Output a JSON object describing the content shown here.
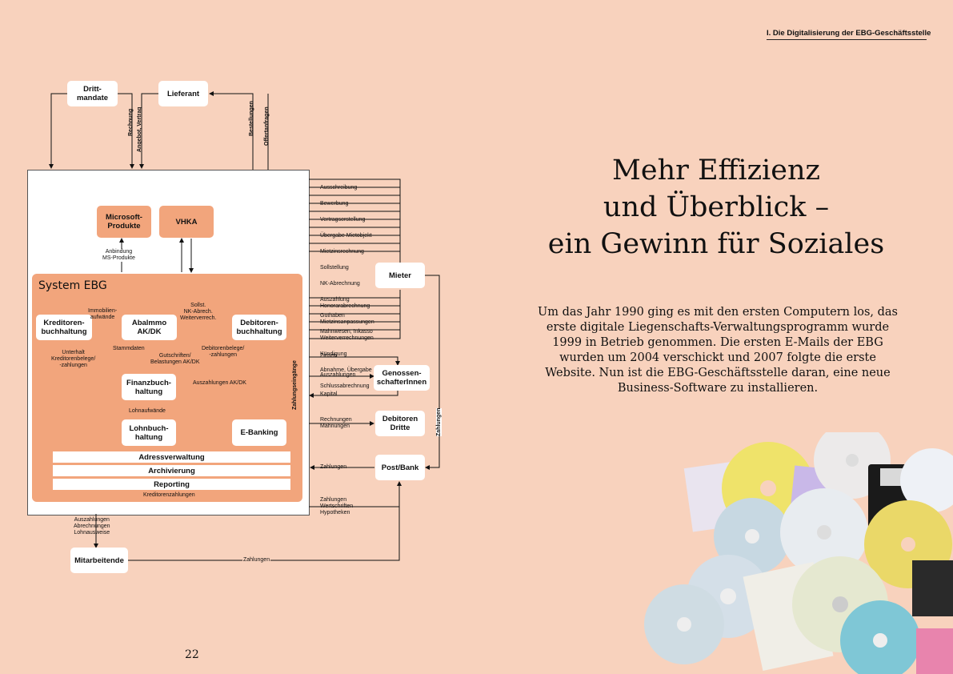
{
  "header": "I. Die Digitalisierung der EBG-Geschäftsstelle",
  "title_lines": [
    "Mehr Effizienz",
    "und Überblick –",
    "ein Gewinn für Soziales"
  ],
  "body_text": "Um das Jahr 1990 ging es mit den ersten Computern los, das erste digitale Liegenschafts-Verwaltungsprogramm wurde 1999 in Betrieb genommen. Die ersten E-Mails der EBG wurden um 2004 verschickt und 2007 folgte die erste Website. Nun ist die EBG-Geschäftsstelle daran, eine neue Business-Software zu installieren.",
  "page_number": "22",
  "diagram": {
    "external": {
      "drittmandate": "Dritt-\nmandate",
      "lieferant": "Lieferant",
      "mieter": "Mieter",
      "genossenschafter": "Genossen-\nschafterInnen",
      "debitoren_dritte": "Debitoren\nDritte",
      "post_bank": "Post/Bank",
      "mitarbeitende": "Mitarbeitende"
    },
    "top_boxes": {
      "microsoft": "Microsoft-\nProdukte",
      "vhka": "VHKA"
    },
    "system_title": "System EBG",
    "modules": {
      "kreditoren": "Kreditoren-\nbuchhaltung",
      "abalmmo": "Abalmmo\nAK/DK",
      "debitoren": "Debitoren-\nbuchhaltung",
      "finanz": "Finanzbuch-\nhaltung",
      "lohn": "Lohnbuch-\nhaltung",
      "ebanking": "E-Banking"
    },
    "bars": [
      "Adressverwaltung",
      "Archivierung",
      "Reporting"
    ],
    "labels": {
      "anbindung": "Anbindung\nMS-Produkte",
      "immobilien": "Immobilien-\naufwände",
      "sollst": "Sollst.\nNK-Abrech.\nWeiterverrech.",
      "stammdaten": "Stammdaten",
      "unterhalt": "Unterhalt\nKreditorenbelege/\n-zahlungen",
      "gutschriften": "Gutschriften/\nBelastungen AK/DK",
      "debitorenbelege": "Debitorenbelege/\n-zahlungen",
      "auszahlungen_akdk": "Auszahlungen AK/DK",
      "lohnaufwaende": "Lohnaufwände",
      "kreditorenzahlungen": "Kreditorenzahlungen",
      "zahlungseingaenge": "Zahlungseingänge",
      "rechnung": "Rechnung",
      "angebot": "Angebot, Vertrag",
      "bestellungen": "Bestellungen",
      "offertanfragen": "Offertanfragen",
      "zinsen": "Zinsen",
      "auszahlungen": "Auszahlungen",
      "kapital": "Kapital",
      "rechnungen_mahnungen": "Rechnungen\nMahnungen",
      "zahlungen": "Zahlungen",
      "zahlungen_wertschriften": "Zahlungen\nWertschriften\nHypotheken",
      "auszahlungen_lohn": "Auszahlungen\nAbrechnungen\nLohnausweise",
      "zahlungen_bottom": "Zahlungen",
      "zahlungen_right": "Zahlungen"
    },
    "mieter_top_list": [
      "Ausschreibung",
      "Bewerbung",
      "Vertragserstellung",
      "Übergabe Mietobjekt",
      "Mietzinsrechnung",
      "Sollstellung",
      "NK-Abrechnung",
      "Auszahlung",
      "Guthaben",
      "Mahnwesen, Inkasso"
    ],
    "mieter_bottom_list": [
      "Honorarabrechnung",
      "Mietzinsanpassungen",
      "Weiterverrechnungen",
      "Kündigung",
      "Abnahme, Übergabe",
      "Schlussabrechnung"
    ]
  }
}
